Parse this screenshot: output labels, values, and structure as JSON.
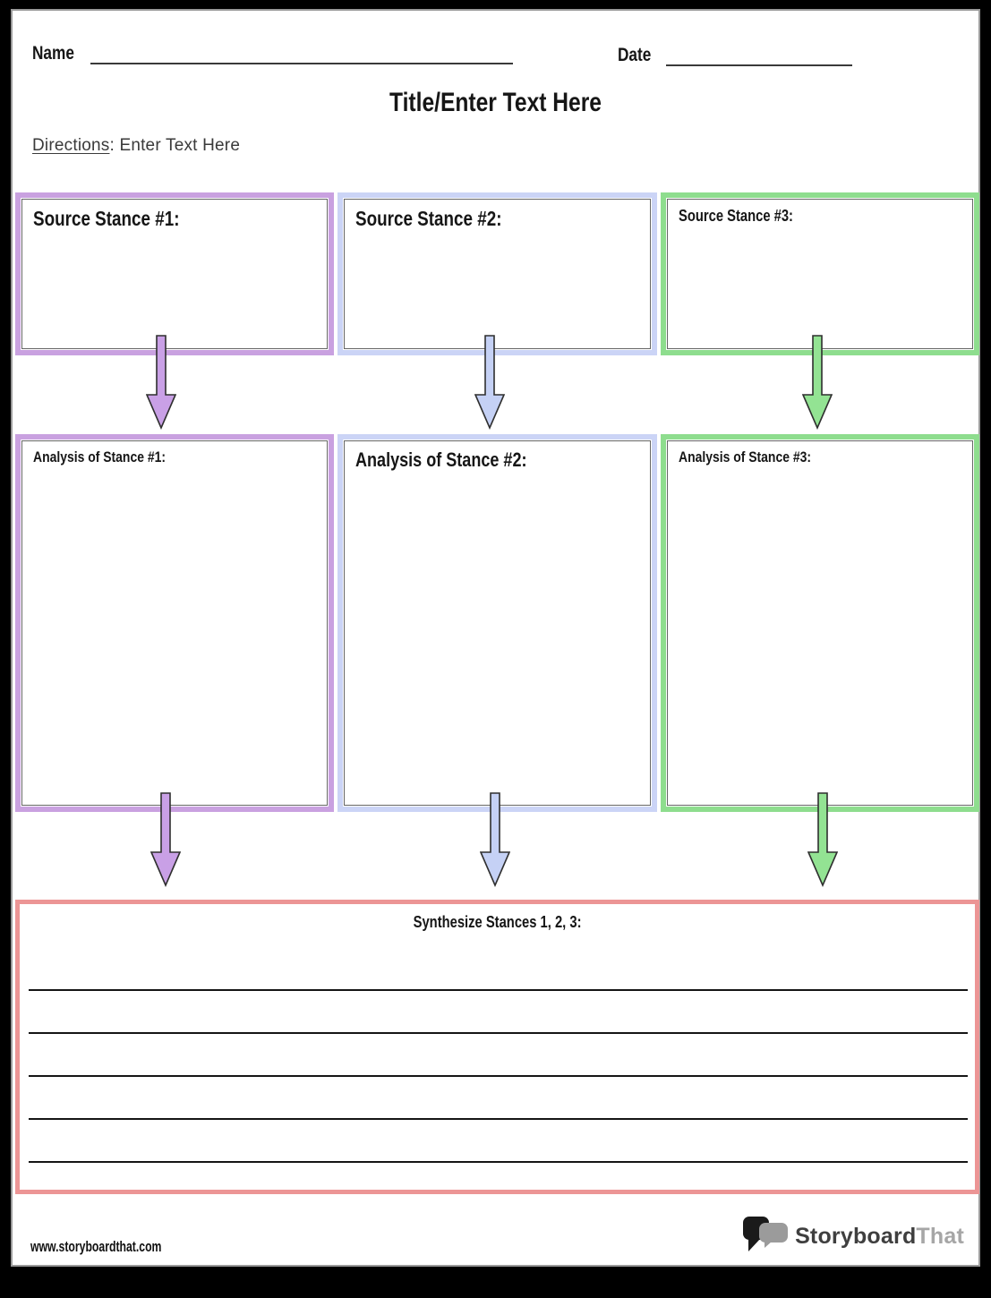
{
  "header": {
    "name_label": "Name",
    "date_label": "Date"
  },
  "title": "Title/Enter Text Here",
  "directions": {
    "label": "Directions",
    "rest": ": Enter Text Here"
  },
  "source_boxes": [
    {
      "label": "Source Stance #1:",
      "color": "#c9a1e0"
    },
    {
      "label": "Source Stance #2:",
      "color": "#cbd4f6"
    },
    {
      "label": "Source Stance #3:",
      "color": "#8edd8e"
    }
  ],
  "analysis_boxes": [
    {
      "label": "Analysis of Stance #1:",
      "color": "#c9a1e0"
    },
    {
      "label": "Analysis of Stance #2:",
      "color": "#cbd4f6"
    },
    {
      "label": "Analysis of Stance #3:",
      "color": "#8edd8e"
    }
  ],
  "synthesize_box": {
    "label": "Synthesize Stances 1, 2, 3:",
    "color": "#ec9595",
    "writing_lines": 5
  },
  "arrows": {
    "purple": "#c9a0e6",
    "lavender": "#c5d1f5",
    "green": "#93e393",
    "outline": "#2f2f2f"
  },
  "footer": {
    "website": "www.storyboardthat.com",
    "logo_part1": "Storyboard",
    "logo_part2": "That"
  }
}
